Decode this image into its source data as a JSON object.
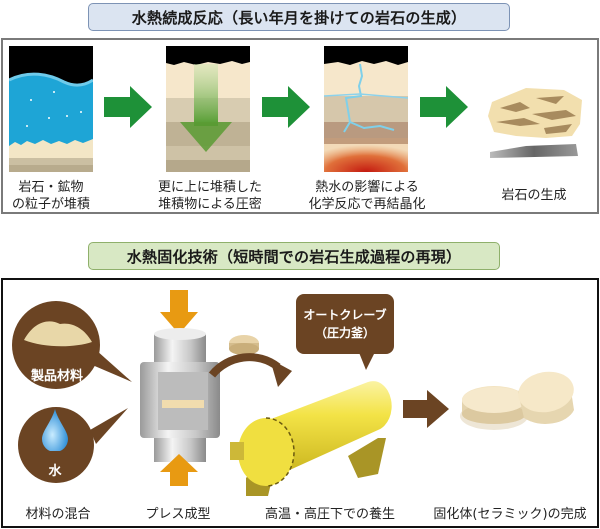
{
  "top_section": {
    "title": "水熱続成反応（長い年月を掛けての岩石の生成）",
    "steps": [
      {
        "line1": "岩石・鉱物",
        "line2": "の粒子が堆積",
        "icon": "sediment-layer-illustration"
      },
      {
        "line1": "更に上に堆積した",
        "line2": "堆積物による圧密",
        "icon": "compaction-illustration"
      },
      {
        "line1": "熱水の影響による",
        "line2": "化学反応で再結晶化",
        "icon": "recrystallization-illustration"
      },
      {
        "line1": "岩石の生成",
        "line2": "",
        "icon": "rock-illustration"
      }
    ],
    "arrow_color": "#1e9138"
  },
  "bottom_section": {
    "title": "水熱固化技術（短時間での岩石生成過程の再現）",
    "bubbles": {
      "material_label": "製品材料",
      "water_label": "水",
      "autoclave_line1": "オートクレーブ",
      "autoclave_line2": "（圧力釜）"
    },
    "steps": [
      {
        "label": "材料の混合"
      },
      {
        "label": "プレス成型"
      },
      {
        "label": "高温・高圧下での養生"
      },
      {
        "label": "固化体(セラミック)の完成"
      }
    ],
    "brown_color": "#6b4423",
    "press_arrow_color": "#e89a12",
    "autoclave_color": "#f2e24a"
  }
}
